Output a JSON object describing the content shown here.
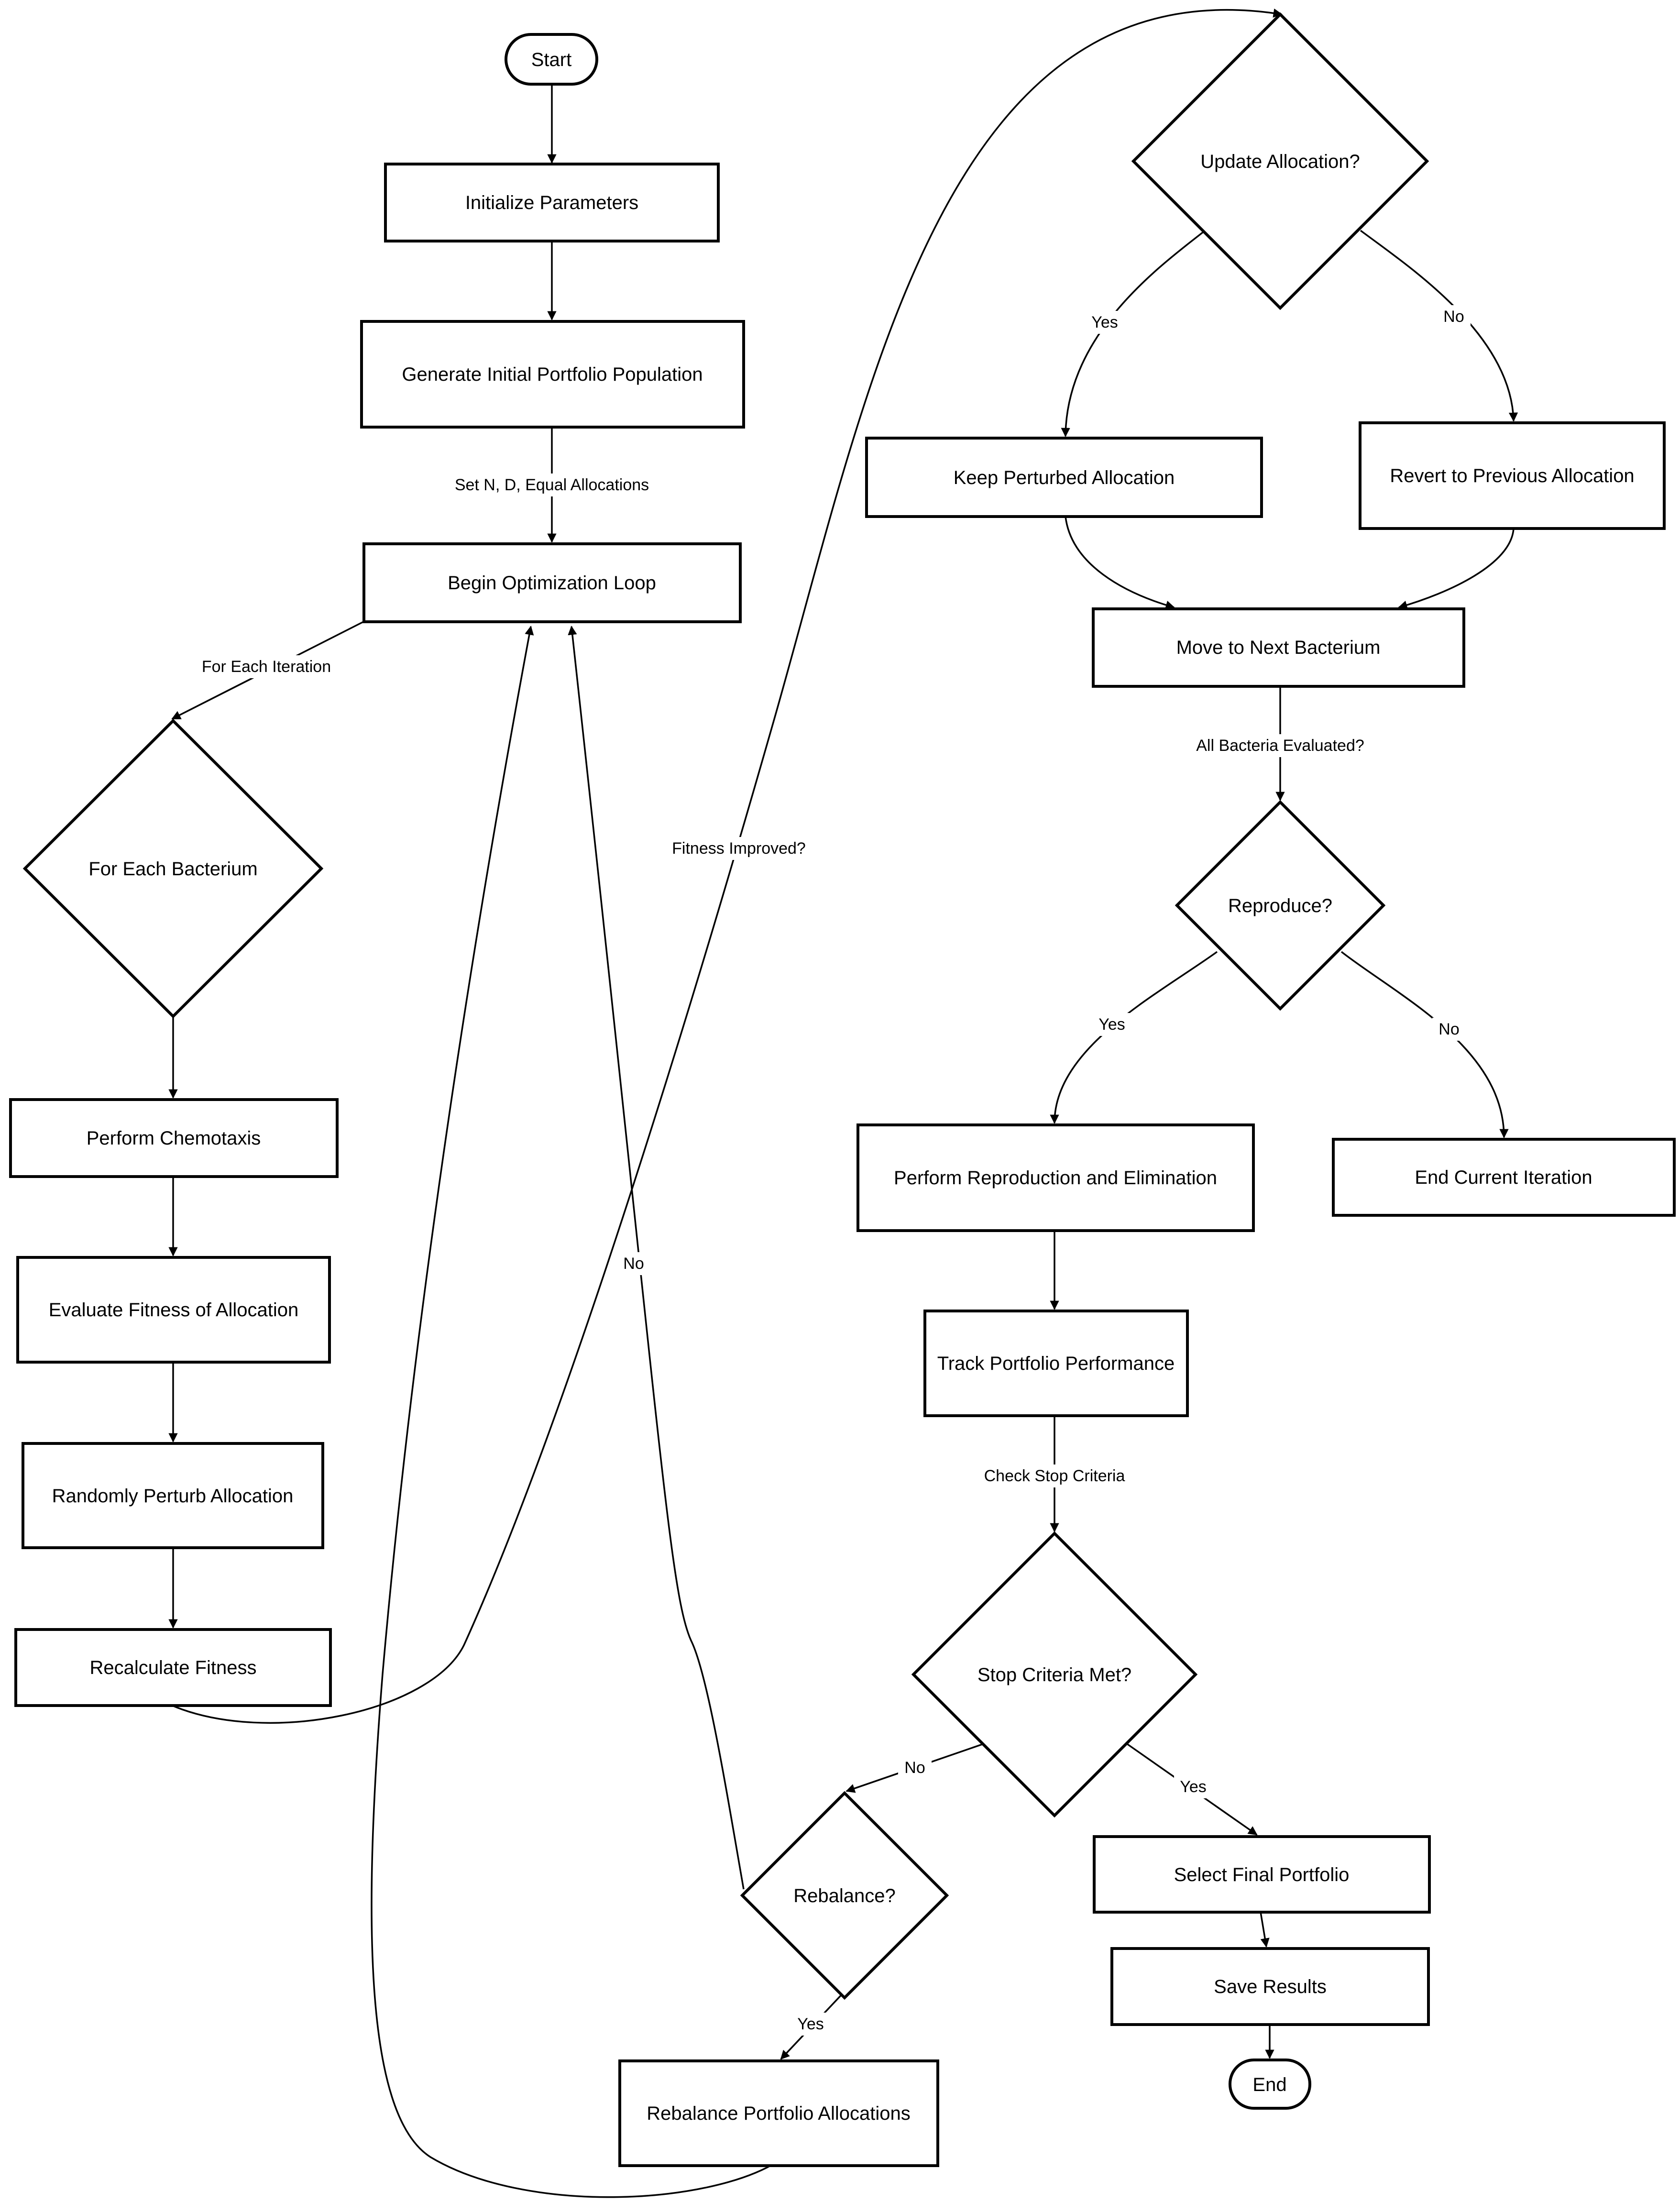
{
  "colors": {
    "stroke": "#000000",
    "background": "#ffffff",
    "text": "#000000"
  },
  "nodes": {
    "start": "Start",
    "init": "Initialize Parameters",
    "generate": "Generate Initial Portfolio Population",
    "loop": "Begin Optimization Loop",
    "each_bacterium": "For Each Bacterium",
    "chemotaxis": "Perform Chemotaxis",
    "evaluate": "Evaluate Fitness of Allocation",
    "perturb": "Randomly Perturb Allocation",
    "recalc": "Recalculate Fitness",
    "update": "Update Allocation?",
    "keep": "Keep Perturbed Allocation",
    "revert": "Revert to Previous Allocation",
    "next": "Move to Next Bacterium",
    "reproduce": "Reproduce?",
    "repro_elim": "Perform Reproduction and Elimination",
    "end_iter": "End Current Iteration",
    "track": "Track Portfolio Performance",
    "stop": "Stop Criteria Met?",
    "rebalance_q": "Rebalance?",
    "select": "Select Final Portfolio",
    "save": "Save Results",
    "rebalance_do": "Rebalance Portfolio Allocations",
    "end": "End"
  },
  "edge_labels": {
    "set_n_d": "Set N, D, Equal Allocations",
    "for_each_iteration": "For Each Iteration",
    "fitness_improved": "Fitness Improved?",
    "update_yes": "Yes",
    "update_no": "No",
    "all_evaluated": "All Bacteria Evaluated?",
    "repro_yes": "Yes",
    "repro_no": "No",
    "check_stop": "Check Stop Criteria",
    "stop_no": "No",
    "stop_yes": "Yes",
    "rebalance_no": "No",
    "rebalance_yes": "Yes"
  }
}
